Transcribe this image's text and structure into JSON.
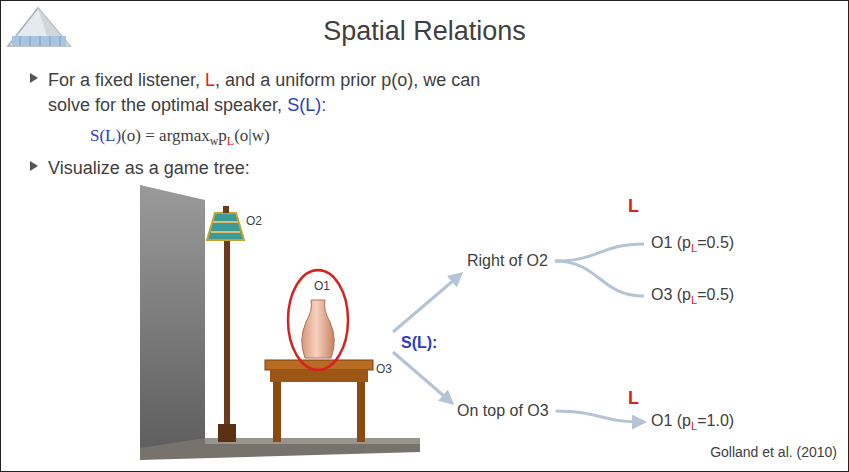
{
  "diagram": {
    "title": "Spatial Relations",
    "nodes": [
      {
        "text": [
          "Right of O2"
        ]
      },
      {
        "text": [
          "O1 (p",
          "L",
          "=0.5)"
        ]
      },
      {
        "text": [
          "O3 (p",
          "L",
          "=0.5)"
        ]
      },
      {
        "text": [
          "On top of O3"
        ]
      },
      {
        "text": [
          "O1 (p",
          "L",
          "=1.0)"
        ]
      }
    ],
    "edges": [
      {
        "from": 0,
        "to": 1,
        "arrow": "none"
      },
      {
        "from": 0,
        "to": 2,
        "arrow": "none"
      },
      {
        "from": 3,
        "to": 4,
        "arrow": "to"
      }
    ],
    "labels": [
      "For a fixed listener, ",
      "L",
      ", and a uniform prior p(o), we can solve for the optimal speaker, ",
      "S(L):",
      "S(L)",
      "(o) = ",
      "argmax",
      "w",
      "p",
      "L",
      "(o|w)",
      "Visualize as a game tree:",
      "O2",
      "O1",
      "O3",
      "S(L):",
      "L",
      "L",
      "Golland et al. (2010)"
    ]
  }
}
